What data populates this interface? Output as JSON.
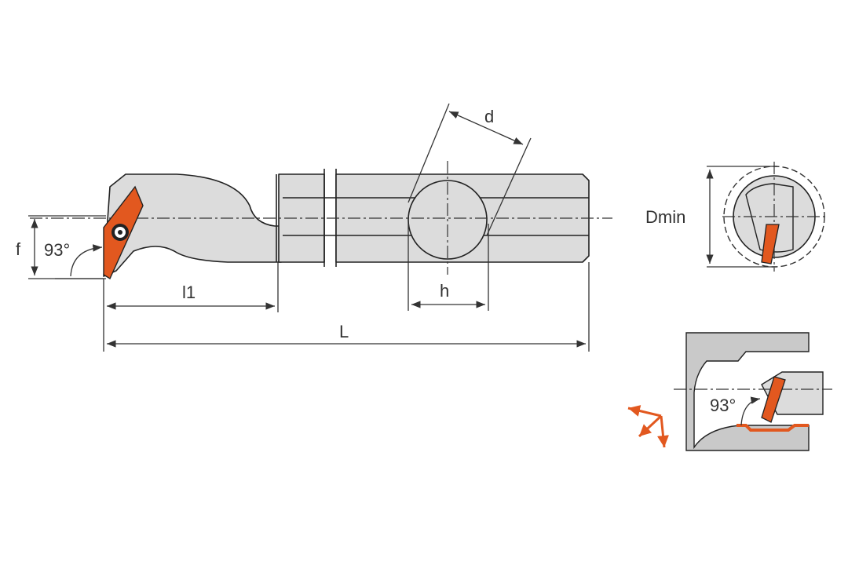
{
  "labels": {
    "f": "f",
    "angle_main": "93°",
    "l1": "l1",
    "L": "L",
    "d": "d",
    "h": "h",
    "dmin": "Dmin",
    "angle_detail": "93°"
  },
  "colors": {
    "insert": "#e2581f",
    "body": "#dcdcdc",
    "line": "#222222",
    "workpiece": "#c9c9c9"
  },
  "icons": {
    "feed_direction": "feed-direction-arrows-icon",
    "insert_screw": "insert-screw-icon"
  }
}
